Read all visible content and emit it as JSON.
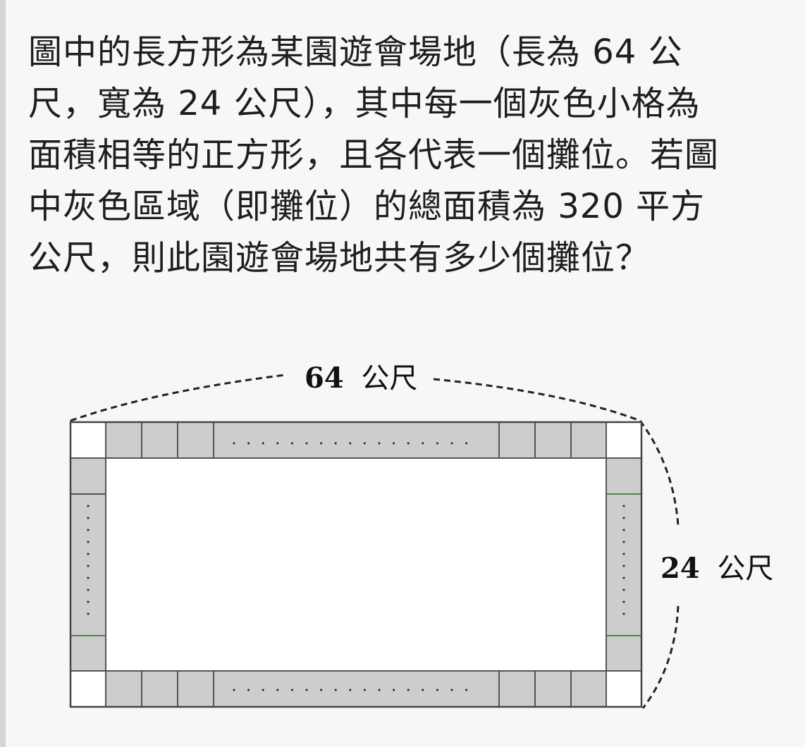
{
  "question": {
    "lines": [
      "圖中的長方形為某園遊會場地（長為 64 公",
      "尺，寬為 24 公尺），其中每一個灰色小格為",
      "面積相等的正方形，且各代表一個攤位。若圖",
      "中灰色區域（即攤位）的總面積為 320 平方",
      "公尺，則此園遊會場地共有多少個攤位？"
    ]
  },
  "figure": {
    "length_value": "64",
    "width_value": "24",
    "unit": "公尺",
    "colors": {
      "stall_fill": "#cdcdcd",
      "border": "#555555",
      "corner_fill": "#ffffff",
      "interior": "#ffffff"
    }
  }
}
